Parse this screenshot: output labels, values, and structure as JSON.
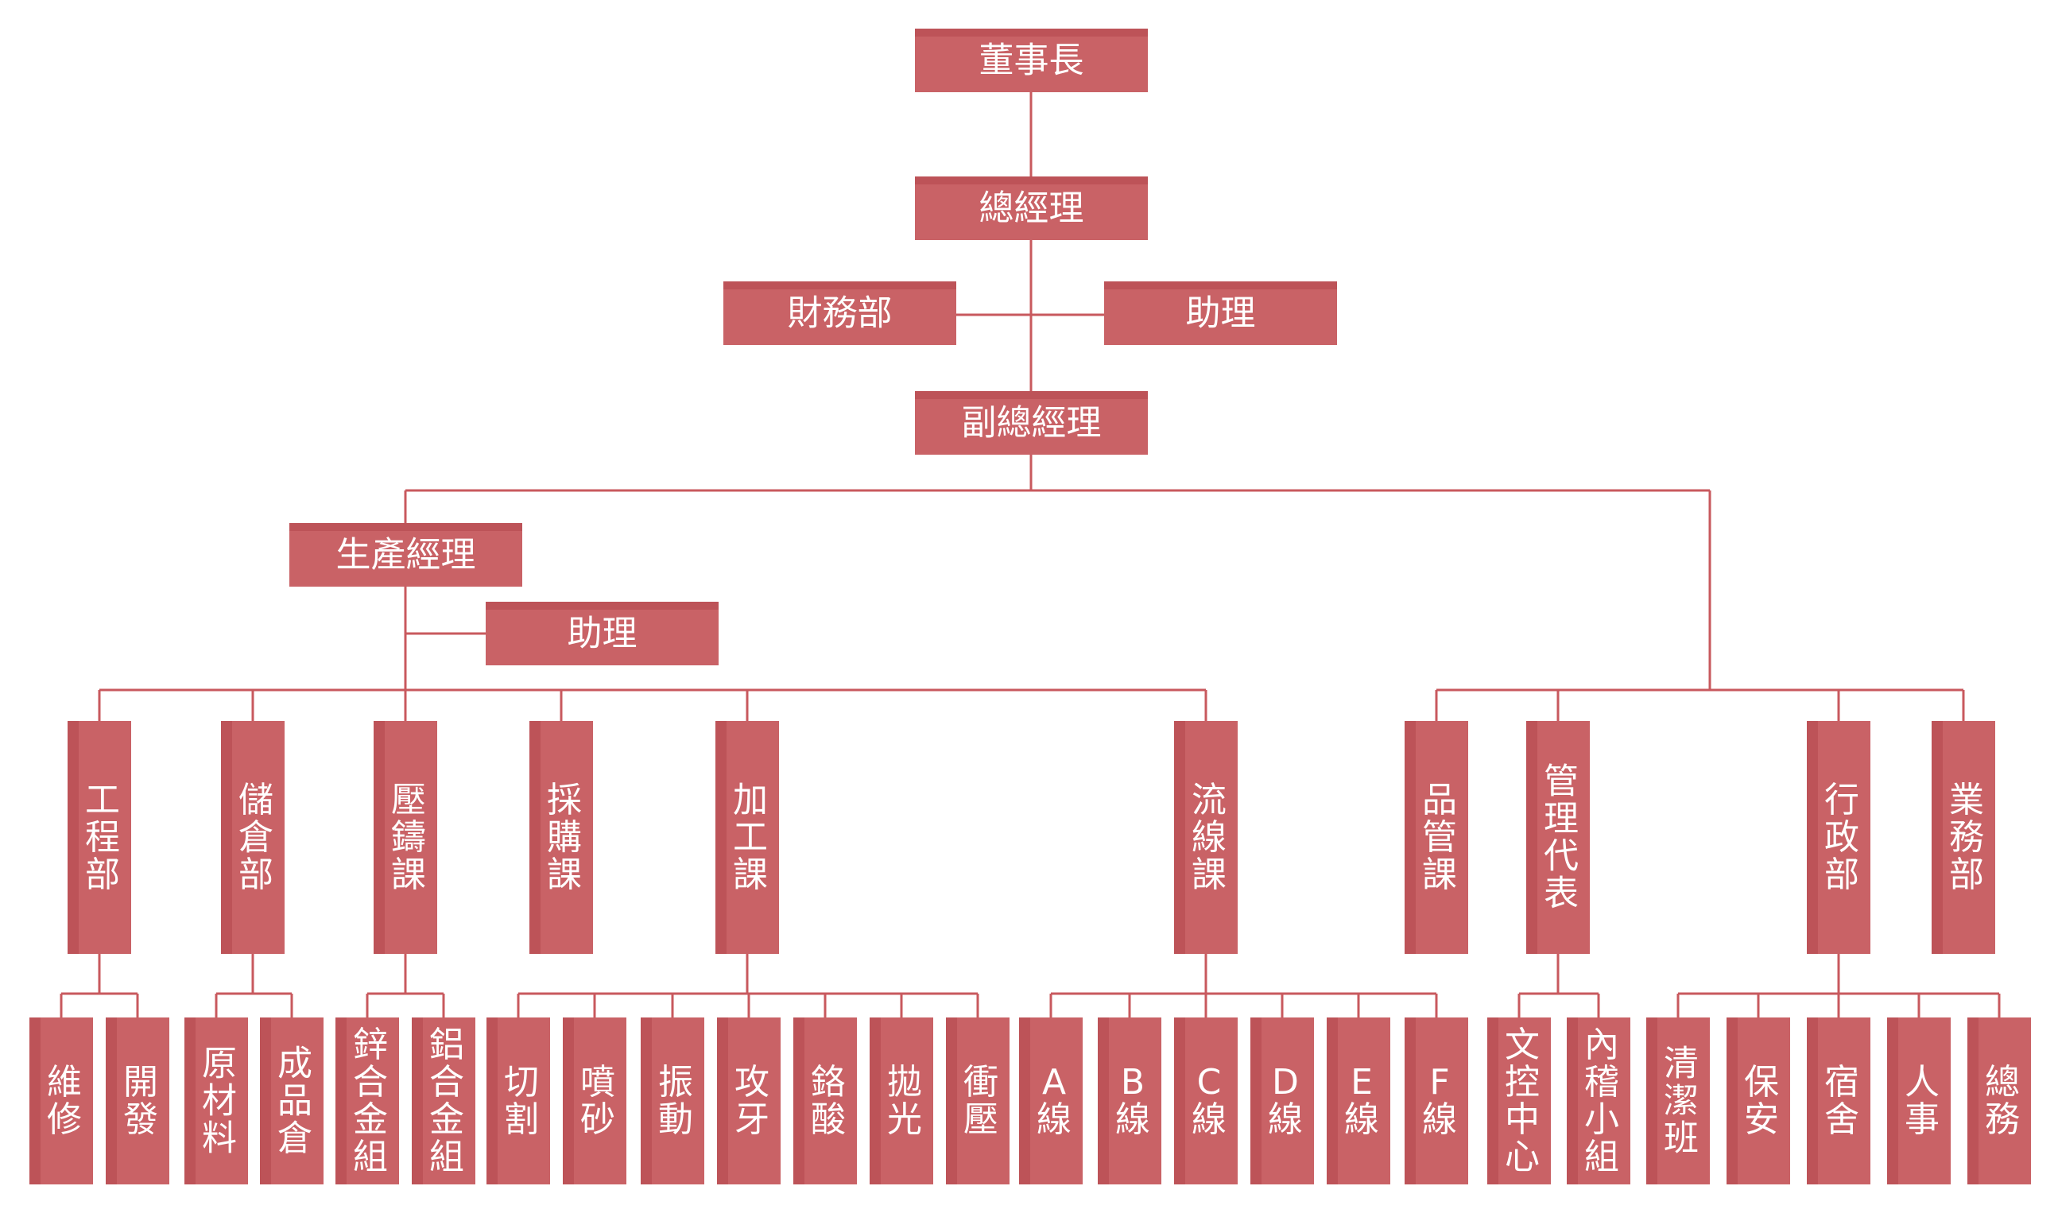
{
  "nodes": {
    "chairman": "董事長",
    "gm": "總經理",
    "finance": "財務部",
    "assistant_top": "助理",
    "deputy_gm": "副總經理",
    "production_mgr": "生產經理",
    "assistant_prod": "助理",
    "engineering": "工程部",
    "storage": "儲倉部",
    "die_casting": "壓鑄課",
    "purchasing": "採購課",
    "processing": "加工課",
    "assembly_line": "流線課",
    "qc": "品管課",
    "mgmt_rep": "管理代表",
    "admin": "行政部",
    "sales": "業務部",
    "maintenance": "維修",
    "development": "開發",
    "raw_material": "原材料",
    "finished_goods": "成品倉",
    "zinc_alloy": "鋅合金組",
    "aluminum_alloy": "鋁合金組",
    "cutting": "切割",
    "sandblasting": "噴砂",
    "vibration": "振動",
    "tapping": "攻牙",
    "chroming": "鉻酸",
    "polishing": "拋光",
    "punching": "衝壓",
    "line_a": "A線",
    "line_b": "B線",
    "line_c": "C線",
    "line_d": "D線",
    "line_e": "E線",
    "line_f": "F線",
    "doc_center": "文控中心",
    "audit_team": "內稽小組",
    "cleaning": "清潔班",
    "security": "保安",
    "dormitory": "宿舍",
    "hr": "人事",
    "general_affairs": "總務"
  },
  "colors": {
    "box": "#c96266",
    "box_shade": "#bd5358",
    "line": "#c8595e",
    "text": "#ffffff"
  }
}
